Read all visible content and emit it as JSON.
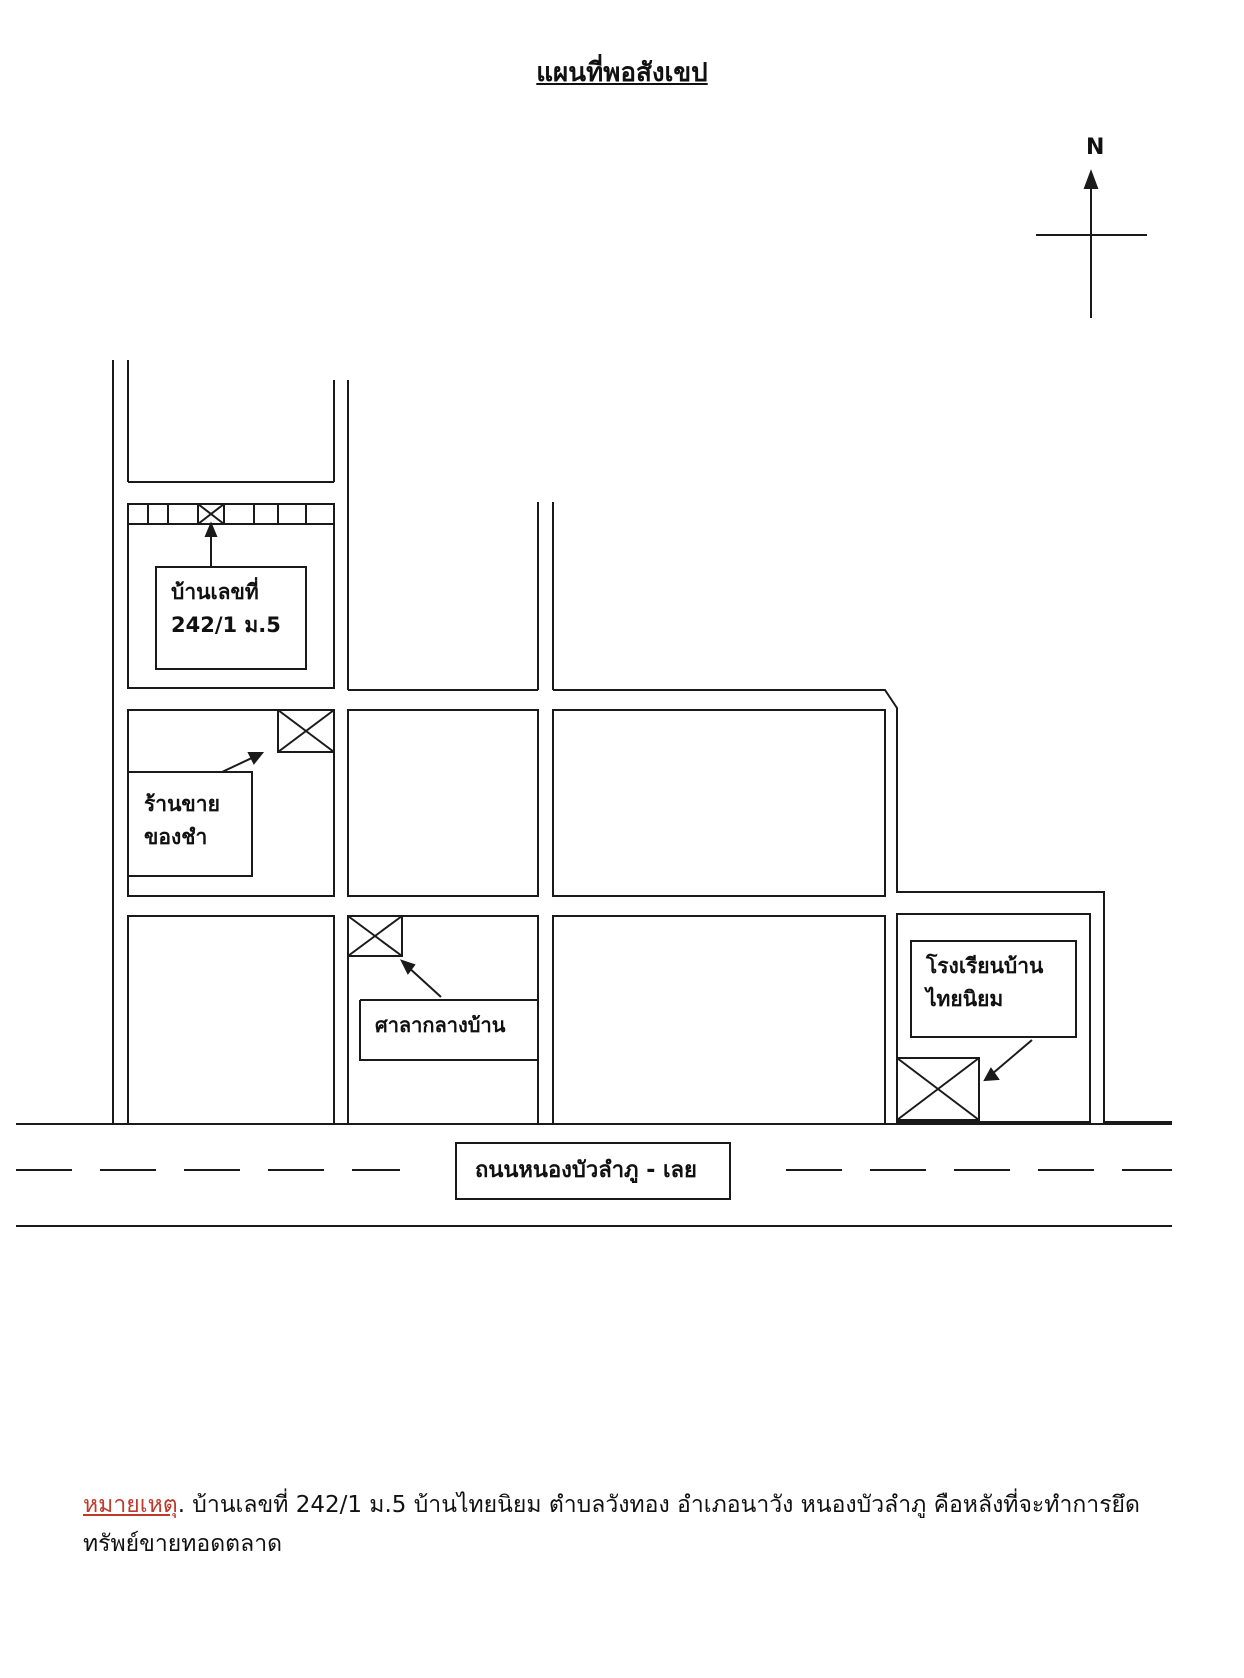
{
  "title": "แผนที่พอสังเขป",
  "compass": {
    "north_label": "N"
  },
  "landmarks": {
    "house": {
      "line1": "บ้านเลขที่",
      "line2": "242/1 ม.5"
    },
    "shop": {
      "line1": "ร้านขาย",
      "line2": "ของชำ"
    },
    "village_hall": {
      "label": "ศาลากลางบ้าน"
    },
    "school": {
      "line1": "โรงเรียนบ้าน",
      "line2": "ไทยนิยม"
    }
  },
  "road": {
    "label": "ถนนหนองบัวลำภู - เลย"
  },
  "note": {
    "label": "หมายเหตุ",
    "text": ". บ้านเลขที่ 242/1 ม.5 บ้านไทยนิยม ตำบลวังทอง อำเภอนาวัง หนองบัวลำภู คือหลังที่จะทำการยึดทรัพย์ขายทอดตลาด"
  },
  "colors": {
    "ink": "#1a1a1a",
    "note_label": "#c0392b"
  }
}
